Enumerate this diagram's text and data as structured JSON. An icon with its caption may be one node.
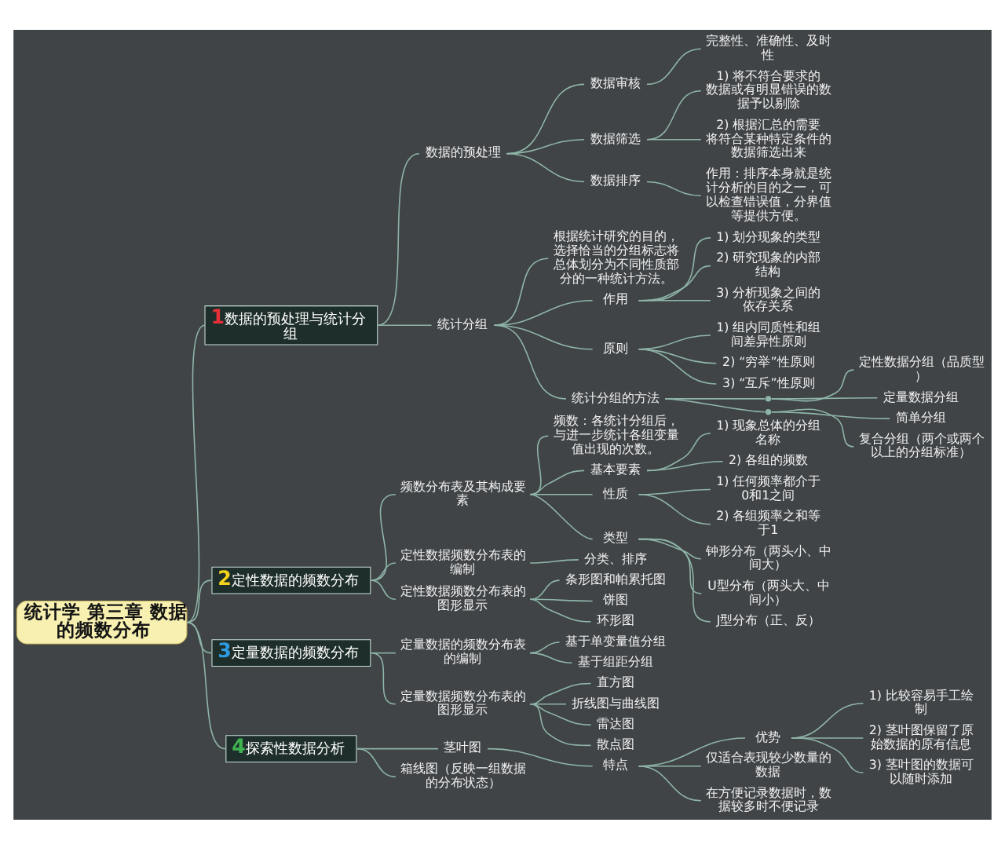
{
  "diagram": {
    "nodes": [
      {
        "text": [
          "统计学 第三章 数据的频数分布"
        ]
      },
      {
        "text": [
          "1",
          "数据的预处理与统计分组"
        ]
      },
      {
        "text": [
          "数据的预处理"
        ]
      },
      {
        "text": [
          "数据审核"
        ]
      },
      {
        "text": [
          "完整性、准确性、及时性"
        ]
      },
      {
        "text": [
          "数据筛选"
        ]
      },
      {
        "text": [
          "1) 将不符合要求的数据或有明显错误的数据予以剔除"
        ]
      },
      {
        "text": [
          "2) 根据汇总的需要将符合某种特定条件的数据筛选出来"
        ]
      },
      {
        "text": [
          "数据排序"
        ]
      },
      {
        "text": [
          "作用：排序本身就是统计分析的目的之一，可以检查错误值，分界值等提供方便。"
        ]
      },
      {
        "text": [
          "统计分组"
        ]
      },
      {
        "text": [
          "根据统计研究的目的，选择恰当的分组标志将总体划分为不同性质部分的一种统计方法。"
        ]
      },
      {
        "text": [
          "作用"
        ]
      },
      {
        "text": [
          "1) 划分现象的类型"
        ]
      },
      {
        "text": [
          "2) 研究现象的内部结构"
        ]
      },
      {
        "text": [
          "3) 分析现象之间的依存关系"
        ]
      },
      {
        "text": [
          "原则"
        ]
      },
      {
        "text": [
          "1) 组内同质性和组间差异性原则"
        ]
      },
      {
        "text": [
          "2) “穷举”性原则"
        ]
      },
      {
        "text": [
          "3) “互斥”性原则"
        ]
      },
      {
        "text": [
          "统计分组的方法"
        ]
      },
      {
        "text": [],
        "shape": "circle"
      },
      {
        "text": [
          "定性数据分组（品质型）"
        ]
      },
      {
        "text": [
          "定量数据分组"
        ]
      },
      {
        "text": [],
        "shape": "circle"
      },
      {
        "text": [
          "简单分组"
        ]
      },
      {
        "text": [
          "复合分组（两个或两个以上的分组标准）"
        ]
      },
      {
        "text": [
          "2",
          "定性数据的频数分布"
        ]
      },
      {
        "text": [
          "频数分布表及其构成要素"
        ]
      },
      {
        "text": [
          "频数：各统计分组后，与进一步统计各组变量值出现的次数。"
        ]
      },
      {
        "text": [
          "基本要素"
        ]
      },
      {
        "text": [
          "1) 现象总体的分组名称"
        ]
      },
      {
        "text": [
          "2) 各组的频数"
        ]
      },
      {
        "text": [
          "性质"
        ]
      },
      {
        "text": [
          "1) 任何频率都介于0和1之间"
        ]
      },
      {
        "text": [
          "2) 各组频率之和等于1"
        ]
      },
      {
        "text": [
          "类型"
        ]
      },
      {
        "text": [
          "钟形分布（两头小、中间大）"
        ]
      },
      {
        "text": [
          "U型分布（两头大、中间小）"
        ]
      },
      {
        "text": [
          "J型分布（正、反）"
        ]
      },
      {
        "text": [
          "定性数据频数分布表的编制"
        ]
      },
      {
        "text": [
          "分类、排序"
        ]
      },
      {
        "text": [
          "定性数据频数分布表的图形显示"
        ]
      },
      {
        "text": [
          "条形图和帕累托图"
        ]
      },
      {
        "text": [
          "饼图"
        ]
      },
      {
        "text": [
          "环形图"
        ]
      },
      {
        "text": [
          "3",
          "定量数据的频数分布"
        ]
      },
      {
        "text": [
          "定量数据的频数分布表的编制"
        ]
      },
      {
        "text": [
          "基于单变量值分组"
        ]
      },
      {
        "text": [
          "基于组距分组"
        ]
      },
      {
        "text": [
          "定量数据频数分布表的图形显示"
        ]
      },
      {
        "text": [
          "直方图"
        ]
      },
      {
        "text": [
          "折线图与曲线图"
        ]
      },
      {
        "text": [
          "雷达图"
        ]
      },
      {
        "text": [
          "散点图"
        ]
      },
      {
        "text": [
          "4",
          "探索性数据分析"
        ]
      },
      {
        "text": [
          "茎叶图"
        ]
      },
      {
        "text": [
          "特点"
        ]
      },
      {
        "text": [
          "优势"
        ]
      },
      {
        "text": [
          "1) 比较容易手工绘制"
        ]
      },
      {
        "text": [
          "2) 茎叶图保留了原始数据的原有信息"
        ]
      },
      {
        "text": [
          "3) 茎叶图的数据可以随时添加"
        ]
      },
      {
        "text": [
          "仅适合表现较少数量的数据"
        ]
      },
      {
        "text": [
          "在方便记录数据时，数据较多时不便记录"
        ]
      },
      {
        "text": [
          "箱线图（反映一组数据的分布状态）"
        ]
      }
    ],
    "edges": [
      {
        "from": 0,
        "to": 1,
        "arrow": "none"
      },
      {
        "from": 1,
        "to": 2,
        "arrow": "none"
      },
      {
        "from": 2,
        "to": 3,
        "arrow": "none"
      },
      {
        "from": 3,
        "to": 4,
        "arrow": "none"
      },
      {
        "from": 2,
        "to": 5,
        "arrow": "none"
      },
      {
        "from": 5,
        "to": 6,
        "arrow": "none"
      },
      {
        "from": 5,
        "to": 7,
        "arrow": "none"
      },
      {
        "from": 2,
        "to": 8,
        "arrow": "none"
      },
      {
        "from": 8,
        "to": 9,
        "arrow": "none"
      },
      {
        "from": 1,
        "to": 10,
        "arrow": "none"
      },
      {
        "from": 10,
        "to": 11,
        "arrow": "none"
      },
      {
        "from": 10,
        "to": 12,
        "arrow": "none"
      },
      {
        "from": 12,
        "to": 13,
        "arrow": "none"
      },
      {
        "from": 12,
        "to": 14,
        "arrow": "none"
      },
      {
        "from": 12,
        "to": 15,
        "arrow": "none"
      },
      {
        "from": 10,
        "to": 16,
        "arrow": "none"
      },
      {
        "from": 16,
        "to": 17,
        "arrow": "none"
      },
      {
        "from": 16,
        "to": 18,
        "arrow": "none"
      },
      {
        "from": 16,
        "to": 19,
        "arrow": "none"
      },
      {
        "from": 10,
        "to": 20,
        "arrow": "none"
      },
      {
        "from": 20,
        "to": 21,
        "arrow": "none"
      },
      {
        "from": 21,
        "to": 22,
        "arrow": "none"
      },
      {
        "from": 21,
        "to": 23,
        "arrow": "none"
      },
      {
        "from": 20,
        "to": 24,
        "arrow": "none"
      },
      {
        "from": 24,
        "to": 25,
        "arrow": "none"
      },
      {
        "from": 24,
        "to": 26,
        "arrow": "none"
      },
      {
        "from": 0,
        "to": 27,
        "arrow": "none"
      },
      {
        "from": 27,
        "to": 28,
        "arrow": "none"
      },
      {
        "from": 28,
        "to": 29,
        "arrow": "none"
      },
      {
        "from": 28,
        "to": 30,
        "arrow": "none"
      },
      {
        "from": 30,
        "to": 31,
        "arrow": "none"
      },
      {
        "from": 30,
        "to": 32,
        "arrow": "none"
      },
      {
        "from": 28,
        "to": 33,
        "arrow": "none"
      },
      {
        "from": 33,
        "to": 34,
        "arrow": "none"
      },
      {
        "from": 33,
        "to": 35,
        "arrow": "none"
      },
      {
        "from": 28,
        "to": 36,
        "arrow": "none"
      },
      {
        "from": 36,
        "to": 37,
        "arrow": "none"
      },
      {
        "from": 36,
        "to": 38,
        "arrow": "none"
      },
      {
        "from": 36,
        "to": 39,
        "arrow": "none"
      },
      {
        "from": 27,
        "to": 40,
        "arrow": "none"
      },
      {
        "from": 40,
        "to": 41,
        "arrow": "none"
      },
      {
        "from": 27,
        "to": 42,
        "arrow": "none"
      },
      {
        "from": 42,
        "to": 43,
        "arrow": "none"
      },
      {
        "from": 42,
        "to": 44,
        "arrow": "none"
      },
      {
        "from": 42,
        "to": 45,
        "arrow": "none"
      },
      {
        "from": 0,
        "to": 46,
        "arrow": "none"
      },
      {
        "from": 46,
        "to": 47,
        "arrow": "none"
      },
      {
        "from": 47,
        "to": 48,
        "arrow": "none"
      },
      {
        "from": 47,
        "to": 49,
        "arrow": "none"
      },
      {
        "from": 46,
        "to": 50,
        "arrow": "none"
      },
      {
        "from": 50,
        "to": 51,
        "arrow": "none"
      },
      {
        "from": 50,
        "to": 52,
        "arrow": "none"
      },
      {
        "from": 50,
        "to": 53,
        "arrow": "none"
      },
      {
        "from": 50,
        "to": 54,
        "arrow": "none"
      },
      {
        "from": 0,
        "to": 55,
        "arrow": "none"
      },
      {
        "from": 55,
        "to": 56,
        "arrow": "none"
      },
      {
        "from": 56,
        "to": 57,
        "arrow": "none"
      },
      {
        "from": 57,
        "to": 58,
        "arrow": "none"
      },
      {
        "from": 58,
        "to": 59,
        "arrow": "none"
      },
      {
        "from": 58,
        "to": 60,
        "arrow": "none"
      },
      {
        "from": 58,
        "to": 61,
        "arrow": "none"
      },
      {
        "from": 57,
        "to": 62,
        "arrow": "none"
      },
      {
        "from": 57,
        "to": 63,
        "arrow": "none"
      },
      {
        "from": 55,
        "to": 64,
        "arrow": "none"
      }
    ]
  }
}
